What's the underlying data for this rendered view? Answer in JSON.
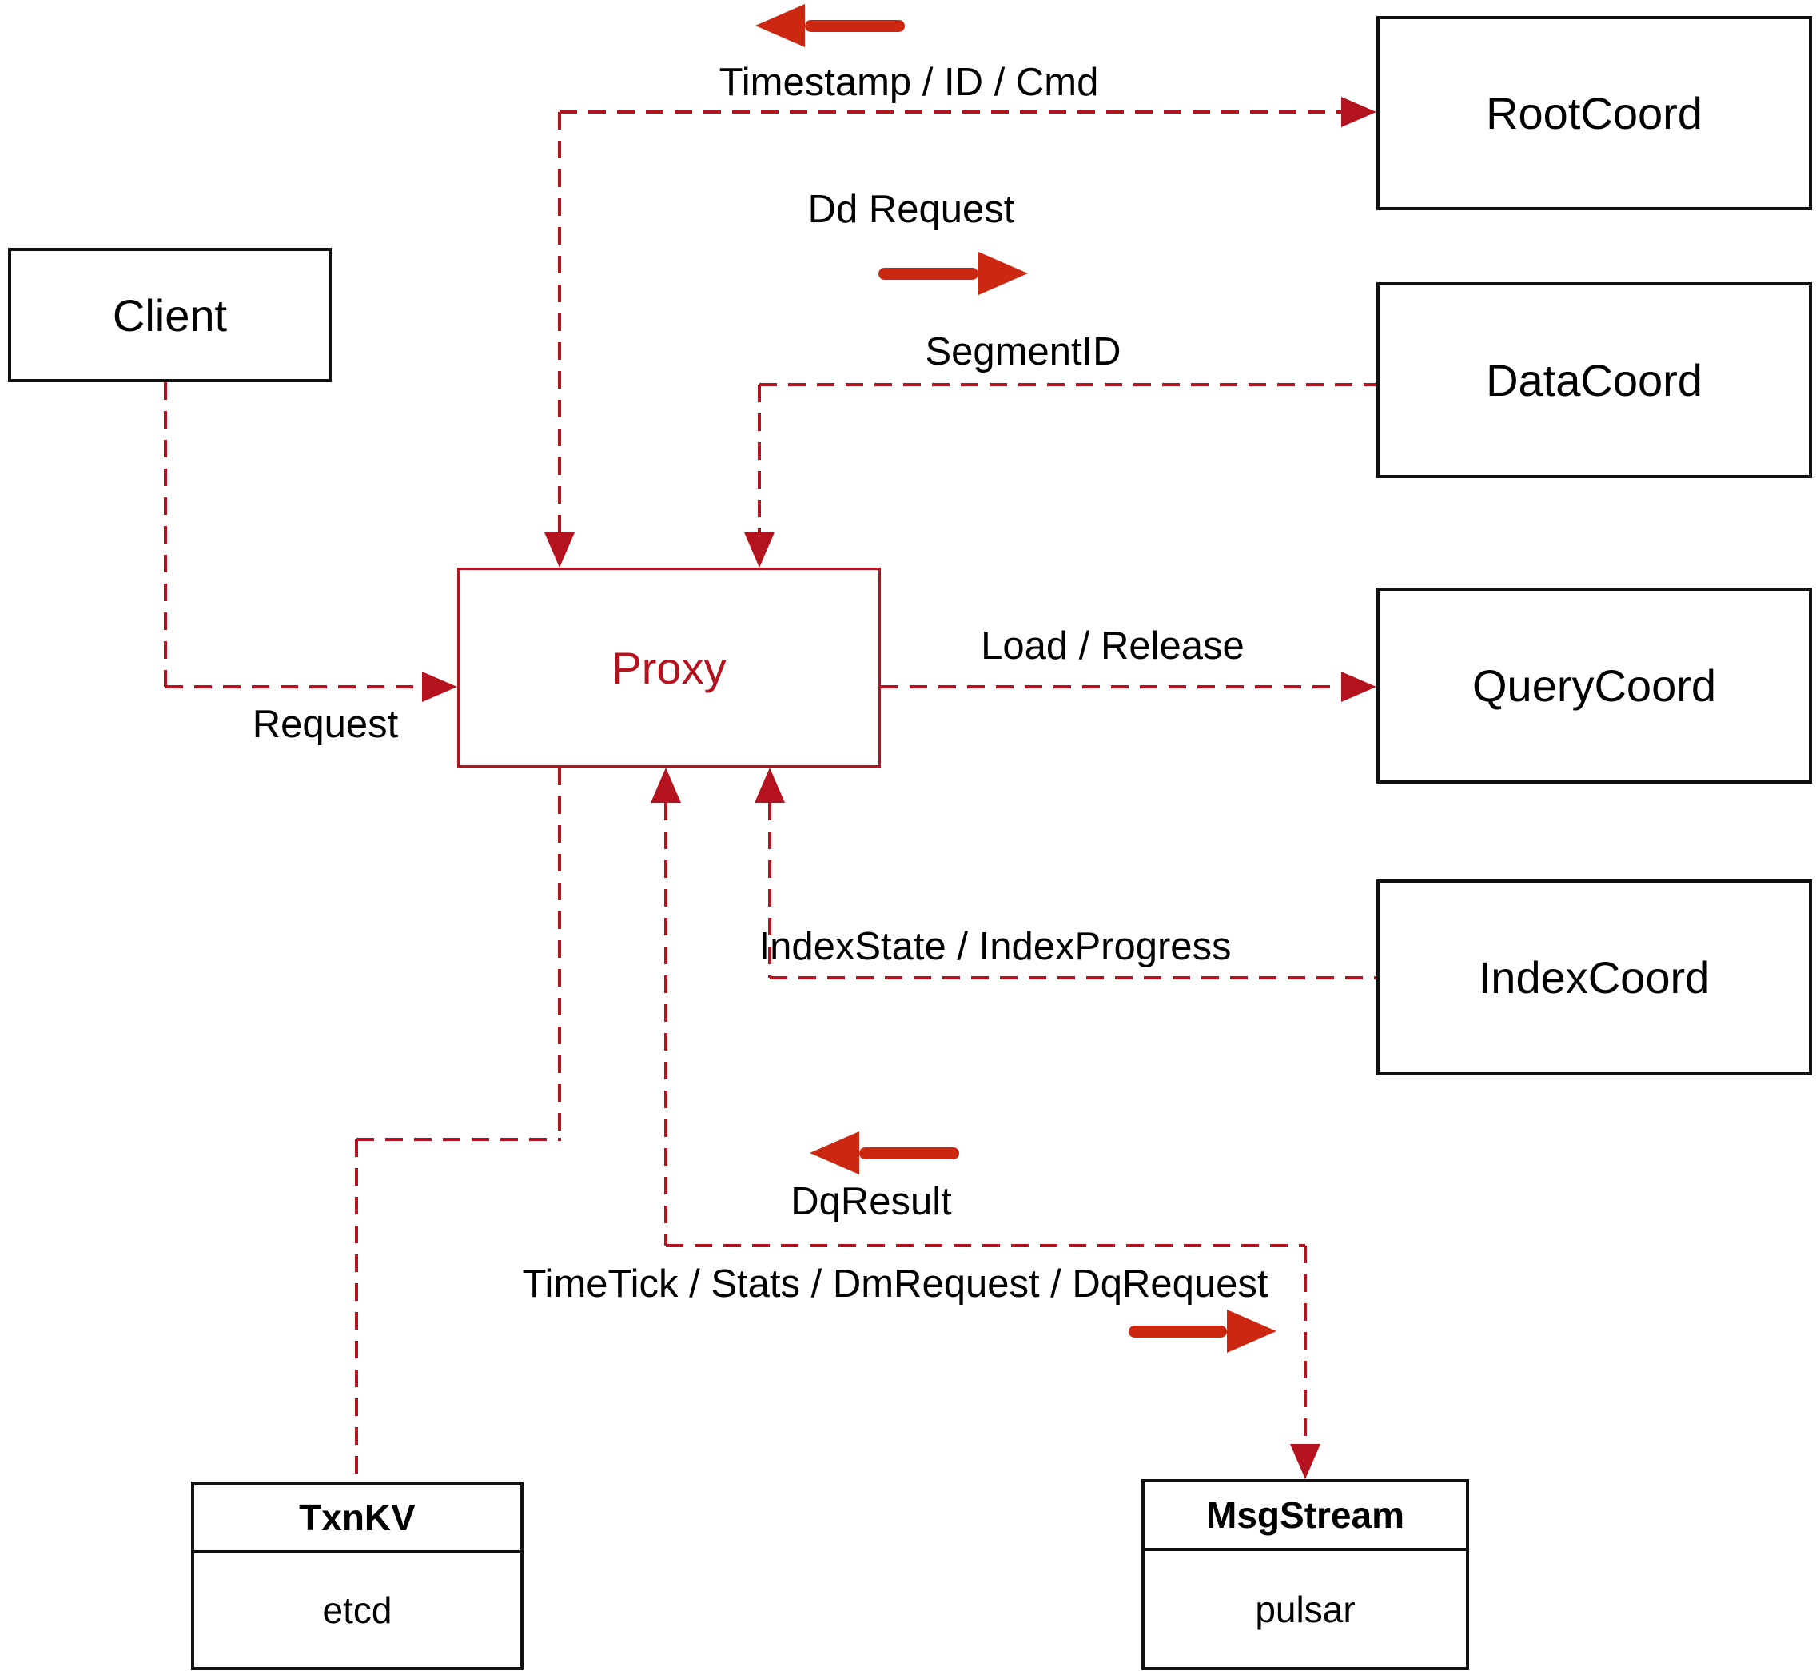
{
  "title": "Milvus Proxy interaction diagram",
  "colors": {
    "line_red": "#b5121f",
    "arrow_red": "#cc2710",
    "box_border": "#111111",
    "label_color": "#000000",
    "bg": "#ffffff"
  },
  "nodes": {
    "client": {
      "label": "Client"
    },
    "proxy": {
      "label": "Proxy"
    },
    "root_coord": {
      "label": "RootCoord"
    },
    "data_coord": {
      "label": "DataCoord"
    },
    "query_coord": {
      "label": "QueryCoord"
    },
    "index_coord": {
      "label": "IndexCoord"
    },
    "txn_kv": {
      "title": "TxnKV",
      "subtitle": "etcd"
    },
    "msg_stream": {
      "title": "MsgStream",
      "subtitle": "pulsar"
    }
  },
  "edge_labels": {
    "timestamp_id_cmd": "Timestamp / ID / Cmd",
    "dd_request": "Dd Request",
    "segment_id": "SegmentID",
    "load_release": "Load / Release",
    "index_state_progress": "IndexState / IndexProgress",
    "request": "Request",
    "dq_result": "DqResult",
    "timetick_stats": "TimeTick / Stats / DmRequest / DqRequest"
  }
}
